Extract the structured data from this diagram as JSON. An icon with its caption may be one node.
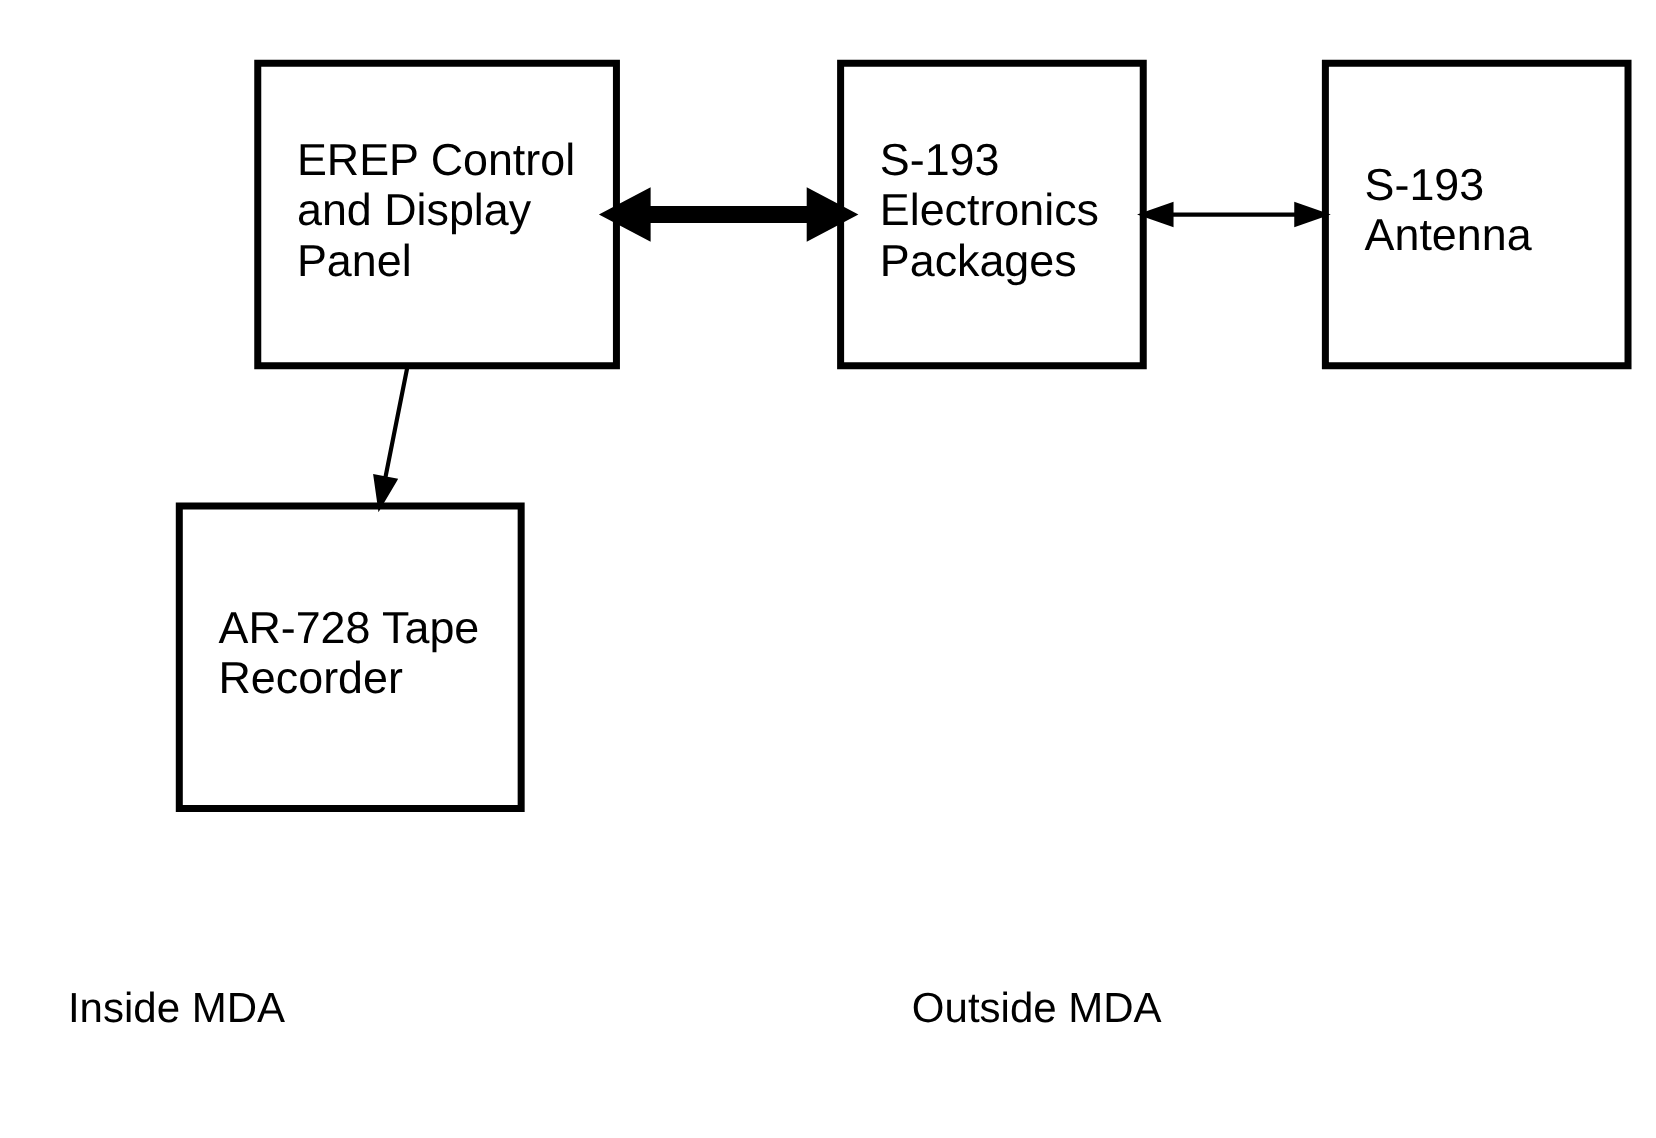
{
  "diagram": {
    "nodes": [
      {
        "text": [
          "EREP Control and Display Panel"
        ]
      },
      {
        "text": [
          "S-193 Electronics Packages"
        ]
      },
      {
        "text": [
          "S-193 Antenna"
        ]
      },
      {
        "text": [
          "AR-728 Tape Recorder"
        ]
      }
    ],
    "edges": [
      {
        "from": 0,
        "to": 1,
        "arrow": "both",
        "style": "thick"
      },
      {
        "from": 1,
        "to": 2,
        "arrow": "both"
      },
      {
        "from": 0,
        "to": 3,
        "arrow": "to"
      }
    ],
    "labels": [
      "Inside MDA",
      "Outside MDA"
    ]
  }
}
